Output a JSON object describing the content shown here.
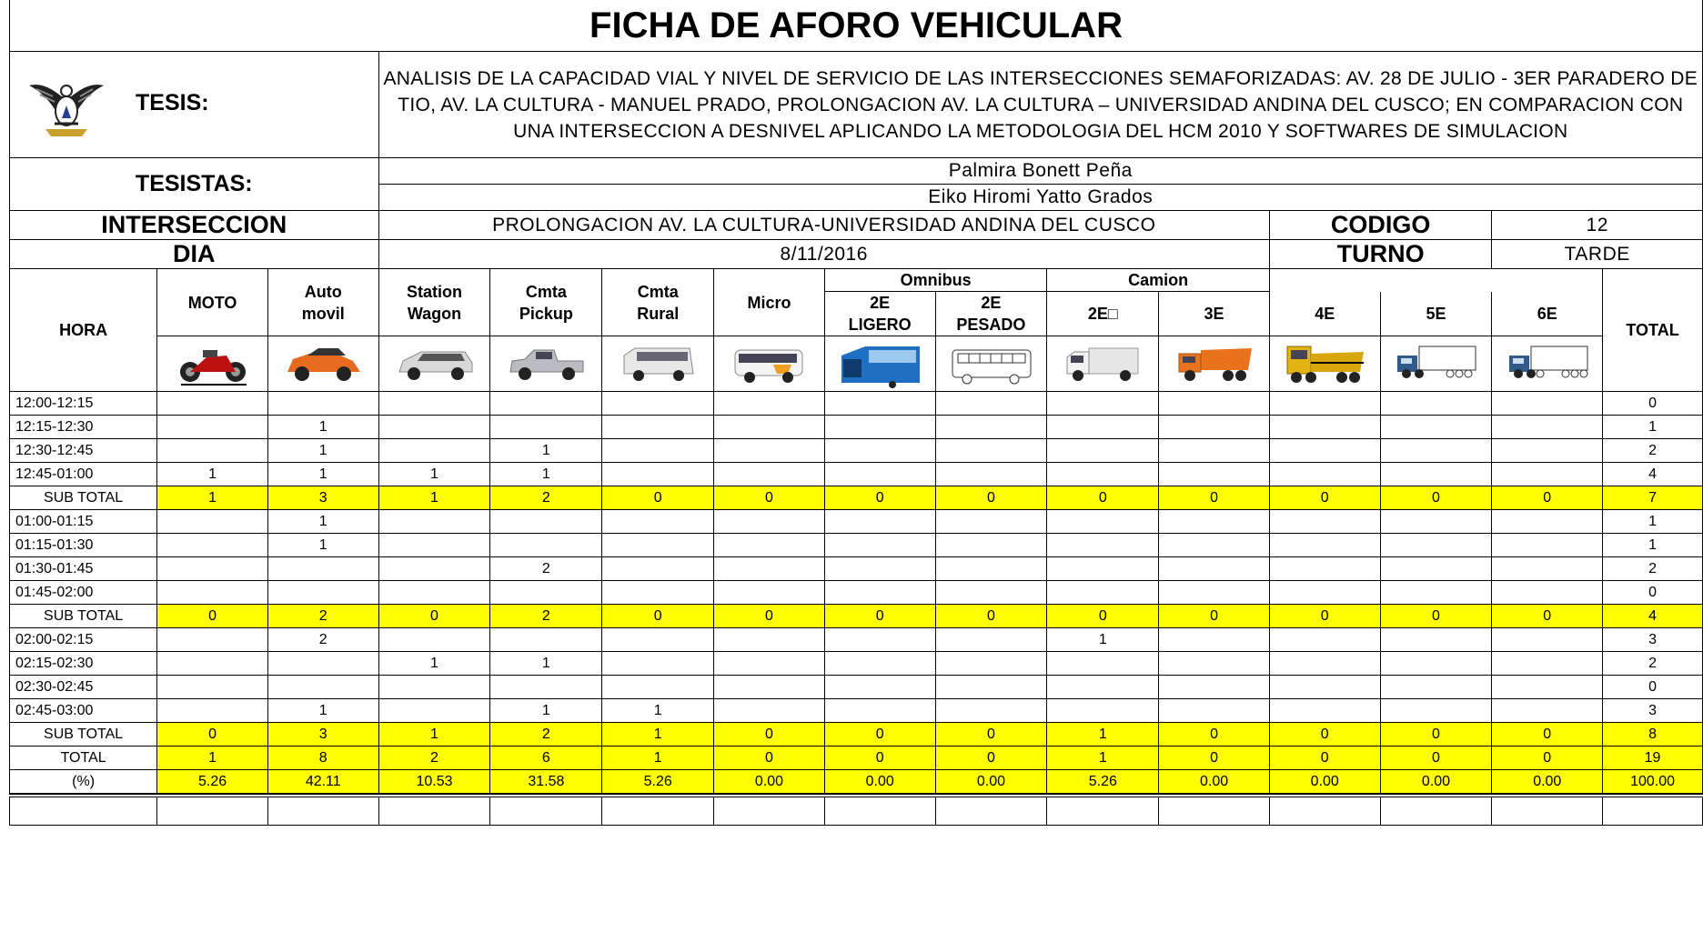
{
  "title": "FICHA DE AFORO VEHICULAR",
  "header": {
    "tesis_label": "TESIS:",
    "tesis_text": "ANALISIS DE LA CAPACIDAD VIAL Y NIVEL DE SERVICIO DE LAS INTERSECCIONES SEMAFORIZADAS: AV. 28 DE JULIO - 3ER PARADERO DE TIO, AV. LA CULTURA - MANUEL PRADO, PROLONGACION AV. LA CULTURA – UNIVERSIDAD ANDINA DEL CUSCO; EN COMPARACION CON UNA INTERSECCION A DESNIVEL APLICANDO LA METODOLOGIA DEL HCM 2010 Y SOFTWARES DE SIMULACION",
    "tesistas_label": "TESISTAS:",
    "tesista_1": "Palmira Bonett Peña",
    "tesista_2": "Eiko Hiromi Yatto Grados",
    "interseccion_label": "INTERSECCION",
    "interseccion_value": "PROLONGACION AV. LA CULTURA-UNIVERSIDAD ANDINA DEL CUSCO",
    "codigo_label": "CODIGO",
    "codigo_value": "12",
    "dia_label": "DIA",
    "dia_value": "8/11/2016",
    "turno_label": "TURNO",
    "turno_value": "TARDE"
  },
  "columns": {
    "hora": "HORA",
    "moto": "MOTO",
    "auto_1": "Auto",
    "auto_2": "movil",
    "station_1": "Station",
    "station_2": "Wagon",
    "pickup_1": "Cmta",
    "pickup_2": "Pickup",
    "rural_1": "Cmta",
    "rural_2": "Rural",
    "micro": "Micro",
    "omnibus": "Omnibus",
    "omni_2e_ligero_1": "2E",
    "omni_2e_ligero_2": "LIGERO",
    "omni_2e_pesado_1": "2E",
    "omni_2e_pesado_2": "PESADO",
    "camion": "Camion",
    "cam_2e": "2E□",
    "cam_3e": "3E",
    "cam_4e": "4E",
    "cam_5e": "5E",
    "cam_6e": "6E",
    "total": "TOTAL"
  },
  "rows": [
    {
      "hora": "12:00-12:15",
      "v": [
        "",
        "",
        "",
        "",
        "",
        "",
        "",
        "",
        "",
        "",
        "",
        "",
        ""
      ],
      "total": "0",
      "type": "data"
    },
    {
      "hora": "12:15-12:30",
      "v": [
        "",
        "1",
        "",
        "",
        "",
        "",
        "",
        "",
        "",
        "",
        "",
        "",
        ""
      ],
      "total": "1",
      "type": "data"
    },
    {
      "hora": "12:30-12:45",
      "v": [
        "",
        "1",
        "",
        "1",
        "",
        "",
        "",
        "",
        "",
        "",
        "",
        "",
        ""
      ],
      "total": "2",
      "type": "data"
    },
    {
      "hora": "12:45-01:00",
      "v": [
        "1",
        "1",
        "1",
        "1",
        "",
        "",
        "",
        "",
        "",
        "",
        "",
        "",
        ""
      ],
      "total": "4",
      "type": "data"
    },
    {
      "hora": "SUB TOTAL",
      "v": [
        "1",
        "3",
        "1",
        "2",
        "0",
        "0",
        "0",
        "0",
        "0",
        "0",
        "0",
        "0",
        "0"
      ],
      "total": "7",
      "type": "sub"
    },
    {
      "hora": "01:00-01:15",
      "v": [
        "",
        "1",
        "",
        "",
        "",
        "",
        "",
        "",
        "",
        "",
        "",
        "",
        ""
      ],
      "total": "1",
      "type": "data"
    },
    {
      "hora": "01:15-01:30",
      "v": [
        "",
        "1",
        "",
        "",
        "",
        "",
        "",
        "",
        "",
        "",
        "",
        "",
        ""
      ],
      "total": "1",
      "type": "data"
    },
    {
      "hora": "01:30-01:45",
      "v": [
        "",
        "",
        "",
        "2",
        "",
        "",
        "",
        "",
        "",
        "",
        "",
        "",
        ""
      ],
      "total": "2",
      "type": "data"
    },
    {
      "hora": "01:45-02:00",
      "v": [
        "",
        "",
        "",
        "",
        "",
        "",
        "",
        "",
        "",
        "",
        "",
        "",
        ""
      ],
      "total": "0",
      "type": "data"
    },
    {
      "hora": "SUB TOTAL",
      "v": [
        "0",
        "2",
        "0",
        "2",
        "0",
        "0",
        "0",
        "0",
        "0",
        "0",
        "0",
        "0",
        "0"
      ],
      "total": "4",
      "type": "sub"
    },
    {
      "hora": "02:00-02:15",
      "v": [
        "",
        "2",
        "",
        "",
        "",
        "",
        "",
        "",
        "1",
        "",
        "",
        "",
        ""
      ],
      "total": "3",
      "type": "data"
    },
    {
      "hora": "02:15-02:30",
      "v": [
        "",
        "",
        "1",
        "1",
        "",
        "",
        "",
        "",
        "",
        "",
        "",
        "",
        ""
      ],
      "total": "2",
      "type": "data"
    },
    {
      "hora": "02:30-02:45",
      "v": [
        "",
        "",
        "",
        "",
        "",
        "",
        "",
        "",
        "",
        "",
        "",
        "",
        ""
      ],
      "total": "0",
      "type": "data"
    },
    {
      "hora": "02:45-03:00",
      "v": [
        "",
        "1",
        "",
        "1",
        "1",
        "",
        "",
        "",
        "",
        "",
        "",
        "",
        ""
      ],
      "total": "3",
      "type": "data"
    },
    {
      "hora": "SUB TOTAL",
      "v": [
        "0",
        "3",
        "1",
        "2",
        "1",
        "0",
        "0",
        "0",
        "1",
        "0",
        "0",
        "0",
        "0"
      ],
      "total": "8",
      "type": "sub"
    },
    {
      "hora": "TOTAL",
      "v": [
        "1",
        "8",
        "2",
        "6",
        "1",
        "0",
        "0",
        "0",
        "1",
        "0",
        "0",
        "0",
        "0"
      ],
      "total": "19",
      "type": "tot"
    },
    {
      "hora": "(%)",
      "v": [
        "5.26",
        "42.11",
        "10.53",
        "31.58",
        "5.26",
        "0.00",
        "0.00",
        "0.00",
        "5.26",
        "0.00",
        "0.00",
        "0.00",
        "0.00"
      ],
      "total": "100.00",
      "type": "pct"
    }
  ],
  "icons": [
    "motorcycle-icon",
    "car-icon",
    "station-wagon-icon",
    "pickup-icon",
    "van-icon",
    "micro-bus-icon",
    "bus-ligero-icon",
    "bus-pesado-icon",
    "truck-2e-icon",
    "truck-3e-icon",
    "truck-4e-icon",
    "truck-5e-icon",
    "truck-6e-icon"
  ],
  "colors": {
    "highlight": "#ffff00"
  }
}
